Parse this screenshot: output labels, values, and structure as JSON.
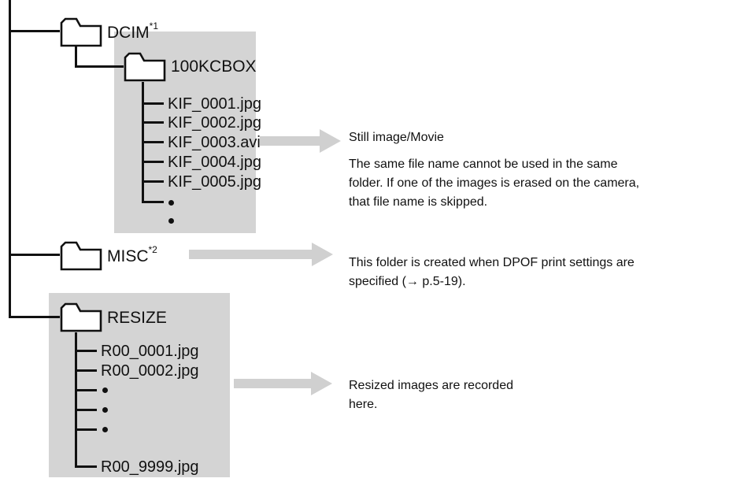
{
  "tree": {
    "dcim": {
      "label": "DCIM",
      "note_ref": "*1"
    },
    "kcbox": {
      "label": "100KCBOX",
      "files": [
        "KIF_0001.jpg",
        "KIF_0002.jpg",
        "KIF_0003.avi",
        "KIF_0004.jpg",
        "KIF_0005.jpg"
      ]
    },
    "misc": {
      "label": "MISC",
      "note_ref": "*2"
    },
    "resize": {
      "label": "RESIZE",
      "files": [
        "R00_0001.jpg",
        "R00_0002.jpg"
      ],
      "last_file": "R00_9999.jpg"
    }
  },
  "notes": {
    "still_title": "Still image/Movie",
    "still_line1": "The same file name cannot be used in the same",
    "still_line2": "folder. If one of the images is erased on the camera,",
    "still_line3": "that file name is skipped.",
    "misc_line1": "This folder is created when DPOF print settings are",
    "misc_line2": "specified (→ p.5-19).",
    "resize_line1": "Resized images are recorded",
    "resize_line2": "here."
  },
  "colors": {
    "box": "#d4d4d4",
    "arrow": "#d0d0d0",
    "line": "#111111"
  }
}
